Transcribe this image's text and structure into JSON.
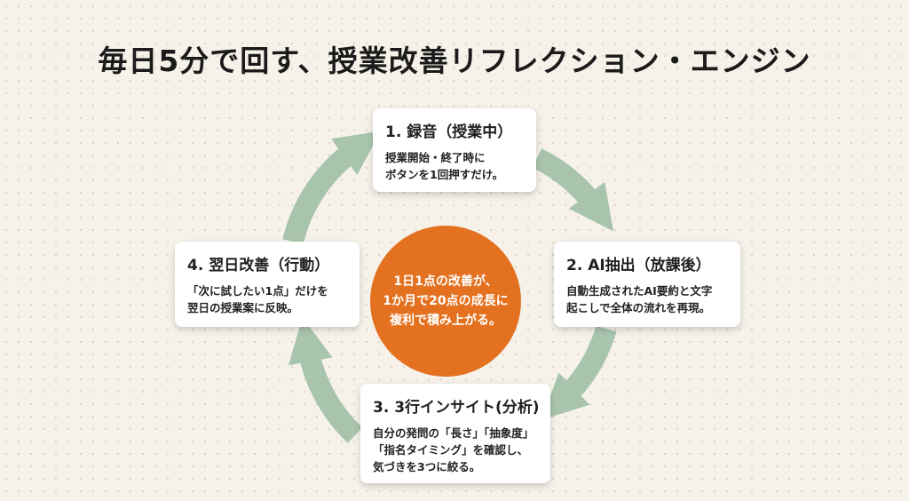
{
  "title": "毎日5分で回す、授業改善リフレクション・エンジン",
  "center": {
    "lines": [
      "1日1点の改善が、",
      "1か月で20点の成長に",
      "複利で積み上がる。"
    ],
    "color": "#e3711f"
  },
  "ring_color": "#a9c4ad",
  "steps": [
    {
      "heading": "1. 録音（授業中）",
      "lines": [
        "授業開始・終了時に",
        "ボタンを1回押すだけ。"
      ]
    },
    {
      "heading": "2. AI抽出（放課後）",
      "lines": [
        "自動生成されたAI要約と文字",
        "起こしで全体の流れを再現。"
      ]
    },
    {
      "heading": "3. 3行インサイト(分析)",
      "lines": [
        "自分の発問の「長さ」「抽象度」",
        "「指名タイミング」を確認し、",
        "気づきを3つに絞る。"
      ]
    },
    {
      "heading": "4. 翌日改善（行動）",
      "lines": [
        "「次に試したい1点」だけを",
        "翌日の授業案に反映。"
      ]
    }
  ]
}
